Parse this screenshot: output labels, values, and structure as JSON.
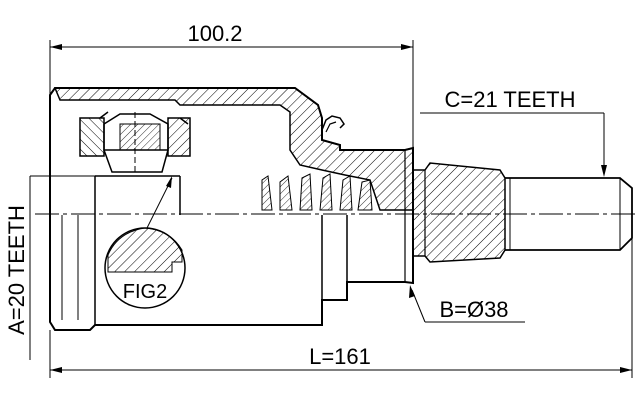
{
  "dimensions": {
    "top_length": "100.2",
    "total_length": "L=161",
    "spline_c": "C=21 TEETH",
    "spline_a": "A=20 TEETH",
    "diameter_b": "B=Ø38"
  },
  "callouts": {
    "fig": "FIG2"
  }
}
